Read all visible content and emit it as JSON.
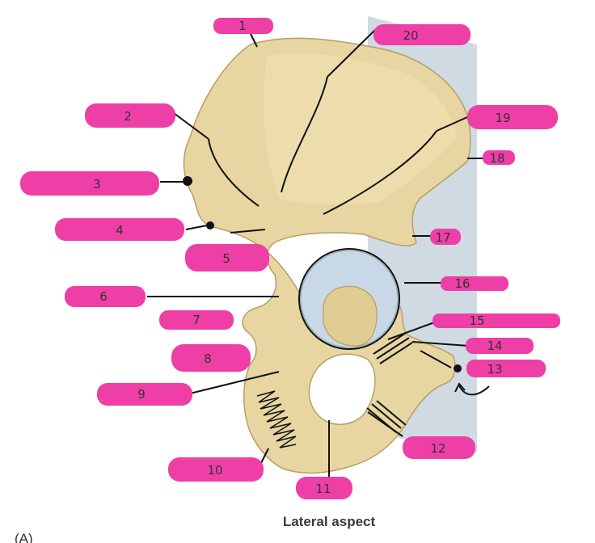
{
  "diagram": {
    "caption": "Lateral aspect",
    "figure_tag": "(A)",
    "colors": {
      "bone": "#e7d6a2",
      "bone_shadow": "#c9b47a",
      "cartilage": "#c9d8e6",
      "background_panel": "#c7d3de",
      "highlight": "#ee3fa6",
      "line": "#111111"
    },
    "labels": [
      {
        "id": "l1",
        "text": "1"
      },
      {
        "id": "l2",
        "text": "2"
      },
      {
        "id": "l3",
        "text": "3"
      },
      {
        "id": "l4",
        "text": "4"
      },
      {
        "id": "l5",
        "text": "5"
      },
      {
        "id": "l6",
        "text": "6"
      },
      {
        "id": "l7",
        "text": "7"
      },
      {
        "id": "l8",
        "text": "8"
      },
      {
        "id": "l9",
        "text": "9"
      },
      {
        "id": "l10",
        "text": "10"
      },
      {
        "id": "l11",
        "text": "11"
      },
      {
        "id": "l12",
        "text": "12"
      },
      {
        "id": "l13",
        "text": "13"
      },
      {
        "id": "l14",
        "text": "14"
      },
      {
        "id": "l15",
        "text": "15"
      },
      {
        "id": "l16",
        "text": "16"
      },
      {
        "id": "l17",
        "text": "17"
      },
      {
        "id": "l18",
        "text": "18"
      },
      {
        "id": "l19",
        "text": "19"
      },
      {
        "id": "l20",
        "text": "20"
      }
    ]
  }
}
